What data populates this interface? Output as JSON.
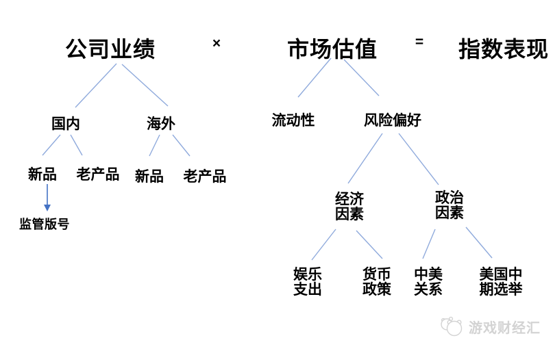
{
  "colors": {
    "connector_line": "#8faadc",
    "arrow": "#4472c4",
    "text": "#000000",
    "watermark": "#d3d3d3"
  },
  "equation": {
    "term_company": "公司业绩",
    "op_multiply": "×",
    "term_market": "市场估值",
    "op_equals": "=",
    "term_index": "指数表现"
  },
  "company_tree": {
    "regions": [
      "国内",
      "海外"
    ],
    "products": [
      "新品",
      "老产品",
      "新品",
      "老产品"
    ],
    "note": "监管版号"
  },
  "market_tree": {
    "factors": [
      "流动性",
      "风险偏好"
    ],
    "risk_factors": [
      {
        "line1": "经济",
        "line2": "因素"
      },
      {
        "line1": "政治",
        "line2": "因素"
      }
    ],
    "sub_factors": [
      {
        "line1": "娱乐",
        "line2": "支出"
      },
      {
        "line1": "货币",
        "line2": "政策"
      },
      {
        "line1": "中美",
        "line2": "关系"
      },
      {
        "line1": "美国中",
        "line2": "期选举"
      }
    ]
  },
  "watermark": {
    "text": "游戏财经汇"
  }
}
